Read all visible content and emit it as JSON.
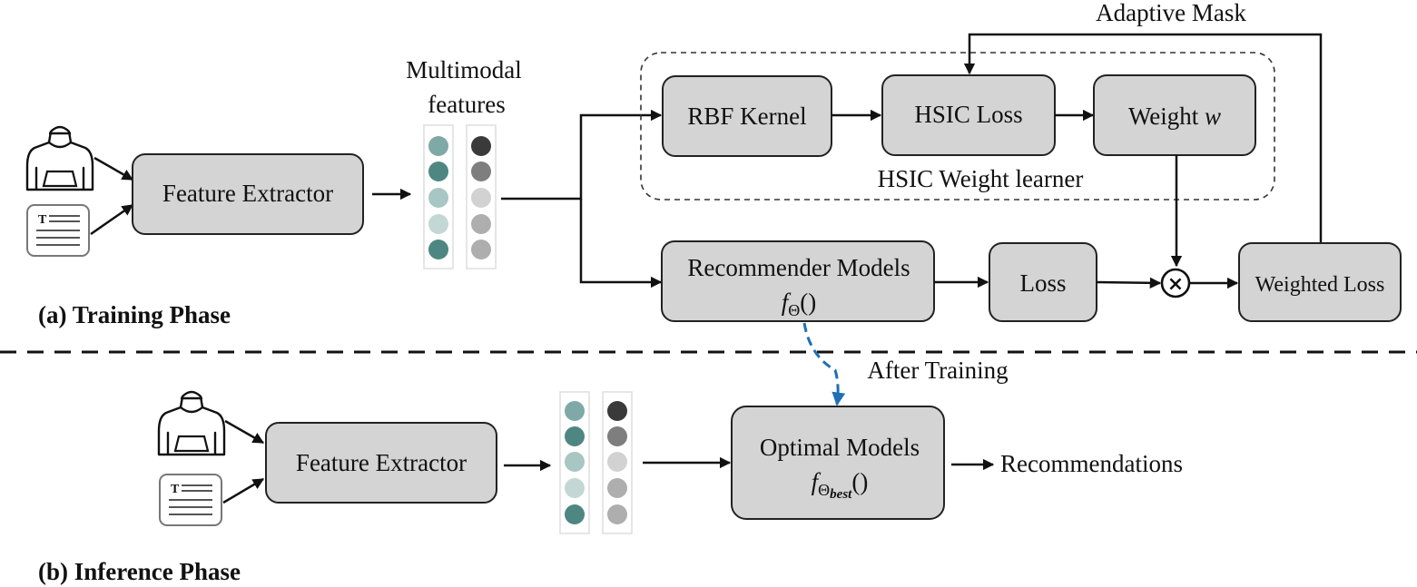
{
  "training": {
    "phase_label": "(a) Training Phase",
    "feature_extractor": "Feature Extractor",
    "multimodal_label_line1": "Multimodal",
    "multimodal_label_line2": "features",
    "rbf_kernel": "RBF Kernel",
    "hsic_loss": "HSIC Loss",
    "weight_prefix": "Weight ",
    "weight_symbol": "w",
    "hsic_group_label": "HSIC Weight learner",
    "adaptive_mask": "Adaptive Mask",
    "recommender_line1": "Recommender Models",
    "recommender_f": "f",
    "recommender_sub": "Θ",
    "recommender_parens": "()",
    "loss": "Loss",
    "weighted_loss": "Weighted Loss",
    "multiply_symbol": "×"
  },
  "inference": {
    "phase_label": "(b) Inference Phase",
    "feature_extractor": "Feature Extractor",
    "after_training": "After Training",
    "optimal_line1": "Optimal Models",
    "optimal_f": "f",
    "optimal_sub": "Θ",
    "optimal_subsub": "best",
    "optimal_parens": "()",
    "recommendations": "Recommendations"
  },
  "icons": {
    "hoodie": "hoodie-icon",
    "document_letter": "T"
  },
  "colors": {
    "box_fill": "#d4d4d4",
    "box_stroke": "#222222",
    "dashed_arrow": "#1f6fb5",
    "teal_1": "#7fa9a6",
    "teal_2": "#4e8781",
    "teal_3": "#a8c6c3",
    "teal_4": "#c3d7d5",
    "gray_1": "#3a3a3a",
    "gray_2": "#7e7e7e",
    "gray_3": "#d2d2d2",
    "gray_4": "#aeaeae"
  }
}
